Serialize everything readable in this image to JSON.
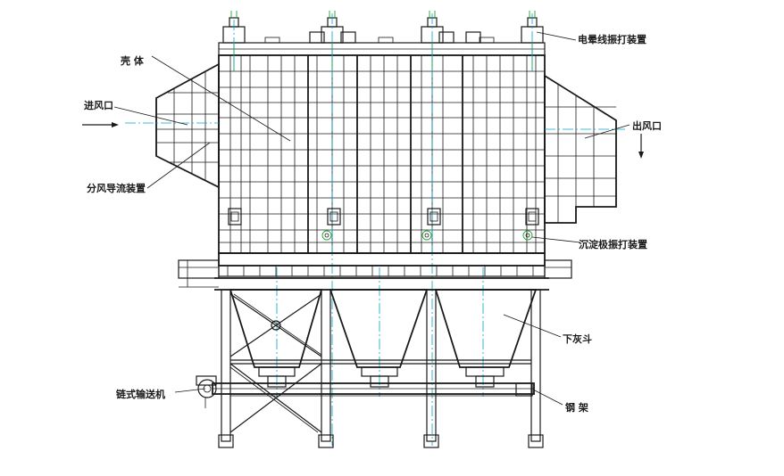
{
  "labels": {
    "body": "壳 体",
    "inlet": "进风口",
    "diffuser": "分风导流装置",
    "outlet": "出风口",
    "discharge_rapper": "电晕线振打装置",
    "collecting_rapper": "沉淀极振打装置",
    "hopper": "下灰斗",
    "conveyor": "链式输送机",
    "steel_frame": "钢 架"
  },
  "colors": {
    "line": "#1a1a1a",
    "centerline": "#00a6c8",
    "rapper": "#1fa32a",
    "background": "#ffffff"
  }
}
